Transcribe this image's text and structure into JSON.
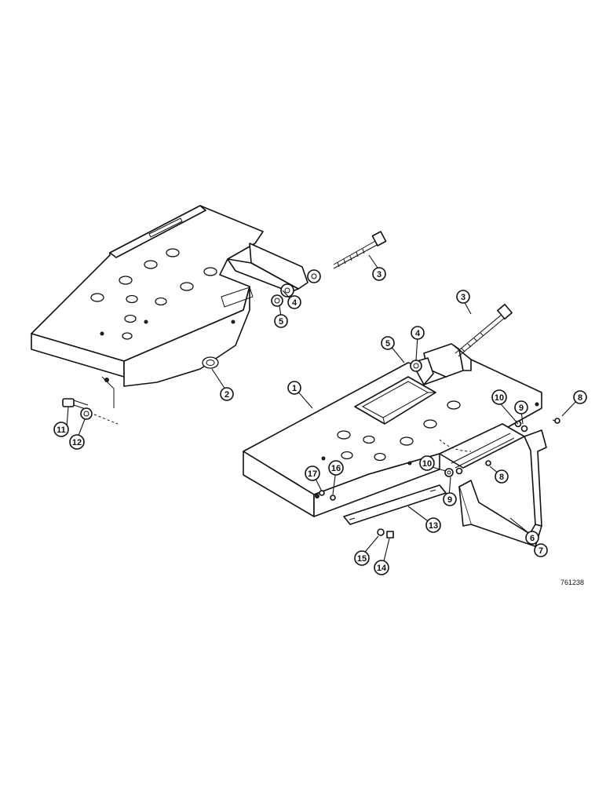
{
  "drawing": {
    "ref_code": "761238",
    "callouts": [
      "1",
      "2",
      "3",
      "3",
      "4",
      "4",
      "5",
      "5",
      "6",
      "7",
      "8",
      "8",
      "9",
      "9",
      "10",
      "10",
      "11",
      "12",
      "13",
      "14",
      "15",
      "16",
      "17"
    ]
  }
}
